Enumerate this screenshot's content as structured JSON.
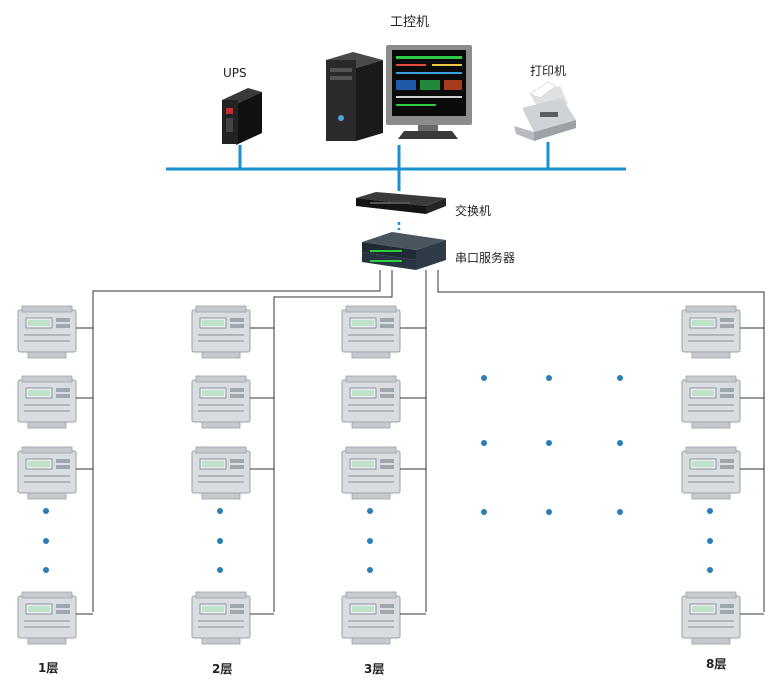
{
  "devices": {
    "industrial_pc": "工控机",
    "ups": "UPS",
    "printer": "打印机",
    "switch": "交换机",
    "serial_server": "串口服务器"
  },
  "floors": [
    "1层",
    "2层",
    "3层",
    "8层"
  ],
  "colors": {
    "bus": "#1b8fd0",
    "wire": "#333333",
    "dot": "#2a7fb8",
    "meter_body": "#d9dce0",
    "meter_frame": "#9aa0a8"
  }
}
